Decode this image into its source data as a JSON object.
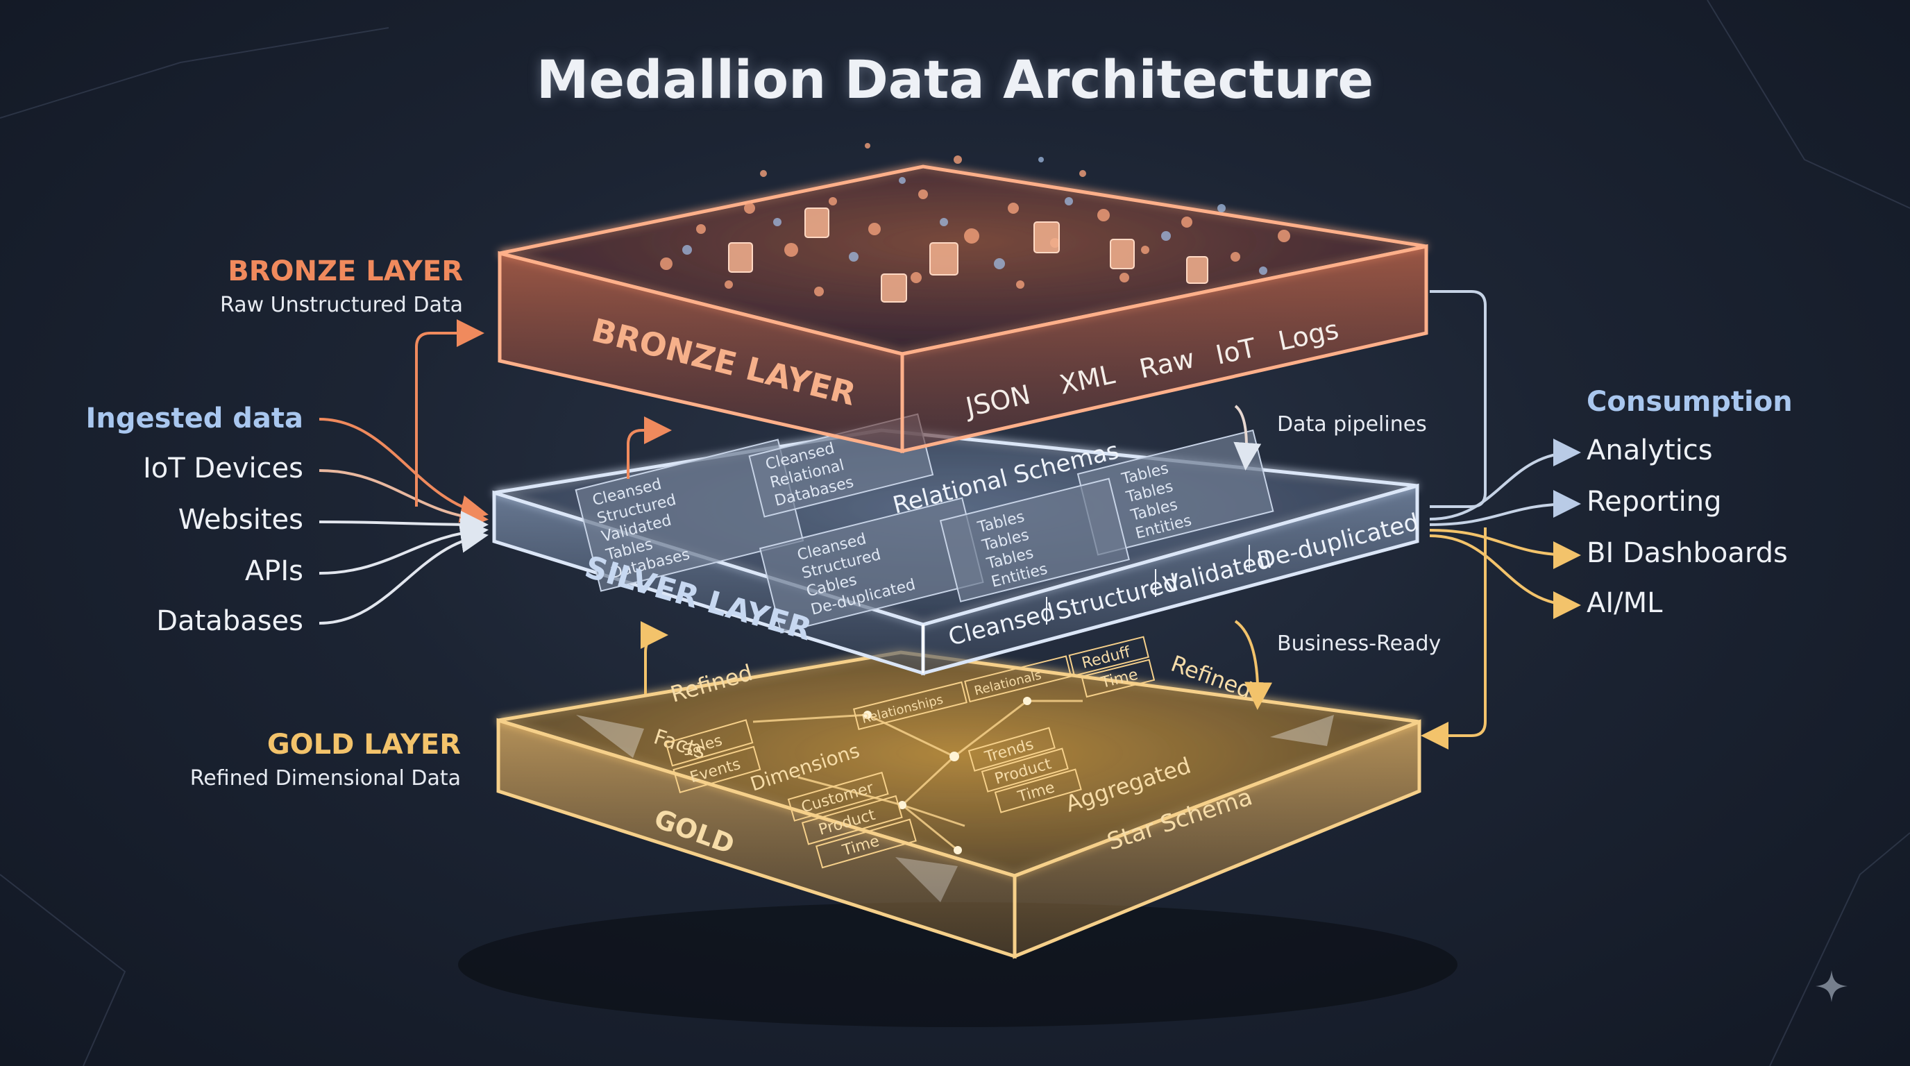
{
  "title": "Medallion Data Architecture",
  "colors": {
    "bronze": "#f08a5d",
    "silver": "#a9c7ef",
    "gold": "#f3c36b",
    "background": "#1a2130",
    "text": "#eef1f6"
  },
  "bronze": {
    "heading": "BRONZE LAYER",
    "subtitle": "Raw Unstructured Data",
    "tray_label": "BRONZE LAYER",
    "tags": [
      "JSON",
      "XML",
      "Raw",
      "IoT",
      "Logs"
    ]
  },
  "silver": {
    "tray_label": "SILVER LAYER",
    "center_label": "Relational Schemas",
    "tags": [
      "Cleansed",
      "Structured",
      "Validated",
      "De-duplicated"
    ],
    "cards": [
      [
        "Cleansed",
        "Structured",
        "Validated",
        "Tables",
        "Databases"
      ],
      [
        "Cleansed",
        "Relational",
        "Databases"
      ],
      [
        "Tables",
        "Tables",
        "Tables",
        "Entities"
      ],
      [
        "Cleansed",
        "Structured",
        "Cables",
        "De-duplicated"
      ],
      [
        "Tables",
        "Tables",
        "Tables",
        "Entities"
      ]
    ]
  },
  "gold": {
    "heading": "GOLD LAYER",
    "subtitle": "Refined Dimensional Data",
    "tray_label": "GOLD",
    "labels": {
      "facts": "Facts",
      "dimensions": "Dimensions",
      "aggregated": "Aggregated",
      "star_schema": "Star Schema",
      "refined_left": "Refined",
      "refined_right": "Refined"
    },
    "fact_items": [
      "Sales",
      "Events"
    ],
    "dimension_items": [
      "Customer",
      "Product",
      "Time"
    ],
    "center_items": [
      "Trends",
      "Product",
      "Time"
    ],
    "top_items": [
      "Relationships",
      "Relationals",
      "Reduff",
      "Time"
    ]
  },
  "sources": {
    "heading": "Ingested data",
    "items": [
      "IoT Devices",
      "Websites",
      "APIs",
      "Databases"
    ]
  },
  "consumption": {
    "heading": "Consumption",
    "items": [
      "Analytics",
      "Reporting",
      "BI Dashboards",
      "AI/ML"
    ]
  },
  "flow_labels": {
    "pipelines": "Data pipelines",
    "business_ready": "Business-Ready"
  }
}
